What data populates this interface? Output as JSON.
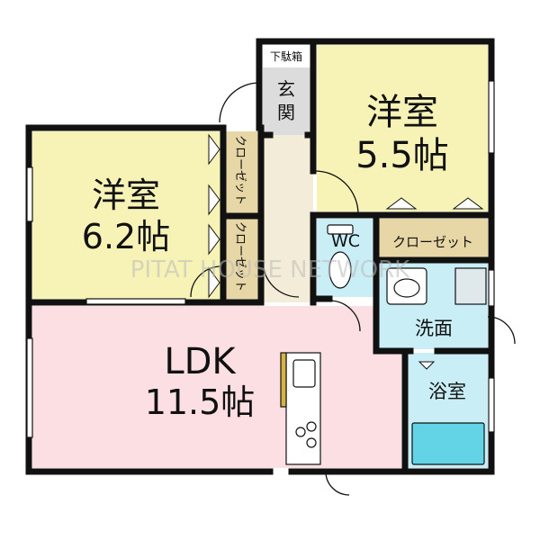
{
  "rooms": {
    "western_room_left": {
      "name": "洋室",
      "size": "6.2帖",
      "color": "#f7f3b6"
    },
    "western_room_right": {
      "name": "洋室",
      "size": "5.5帖",
      "color": "#f7f3b6"
    },
    "ldk": {
      "name": "LDK",
      "size": "11.5帖",
      "color": "#fbdfe2"
    },
    "entrance": {
      "label": "玄関",
      "color": "#dcdcdc"
    },
    "shoe_box": {
      "label": "下駄箱"
    },
    "wc": {
      "label": "WC",
      "color": "#c9eef6"
    },
    "washroom": {
      "label": "洗面",
      "color": "#c9eef6"
    },
    "bathroom": {
      "label": "浴室",
      "color": "#c9eef6"
    },
    "hallway": {
      "color": "#f3ecd8"
    },
    "closets": {
      "left_upper": "クローゼット",
      "left_lower": "クローゼット",
      "right": "クローゼット",
      "color": "#e8d7a6"
    }
  },
  "watermark": "PITAT HOUSE NETWORK"
}
